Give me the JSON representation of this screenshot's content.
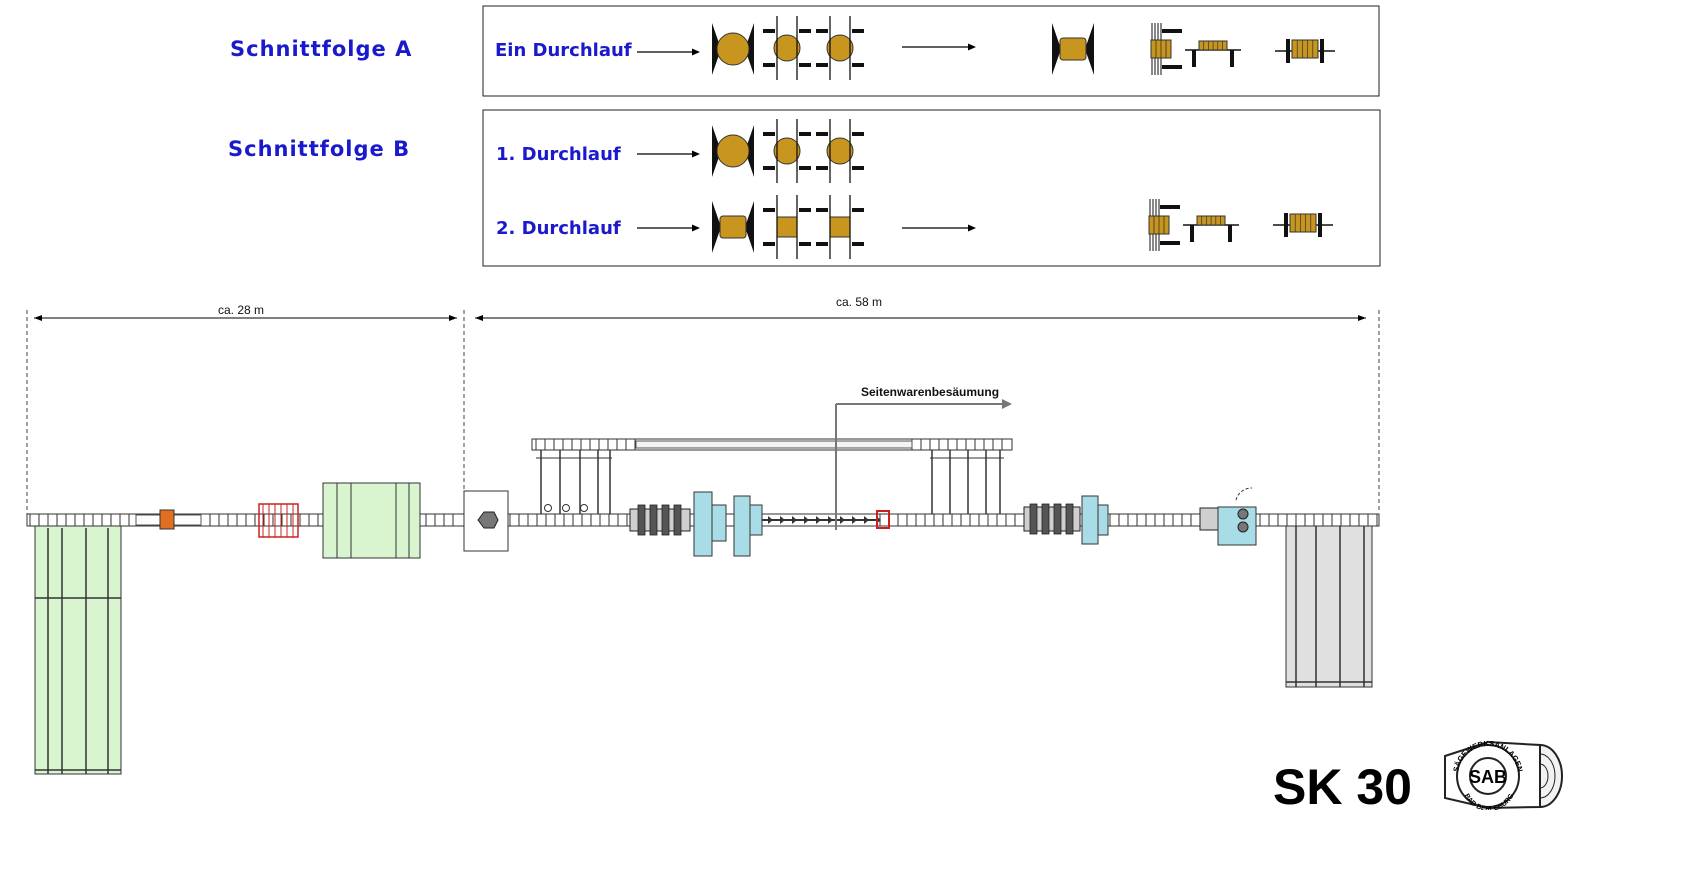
{
  "schnittfolge_a": {
    "title": "Schnittfolge  A",
    "runs": [
      {
        "label": "Ein Durchlauf"
      }
    ]
  },
  "schnittfolge_b": {
    "title": "Schnittfolge  B",
    "runs": [
      {
        "label": "1. Durchlauf"
      },
      {
        "label": "2. Durchlauf"
      }
    ]
  },
  "layout_plan": {
    "dimension_left": "ca. 28 m",
    "dimension_right": "ca. 58 m",
    "callout": "Seitenwarenbesäumung"
  },
  "model": "SK 30",
  "logo": {
    "center_text": "SAB",
    "ring_top": "SÄGEWERKSANLAGEN",
    "ring_bottom": "BAD BERLEBURG"
  },
  "colors": {
    "heading_blue": "#1a1acc",
    "wood": "#c8961e",
    "green_zone": "#d8f5d0",
    "grey_zone": "#e0e0e0",
    "machine_cyan": "#a8dce6",
    "orange": "#e07020",
    "red": "#cc2020"
  }
}
